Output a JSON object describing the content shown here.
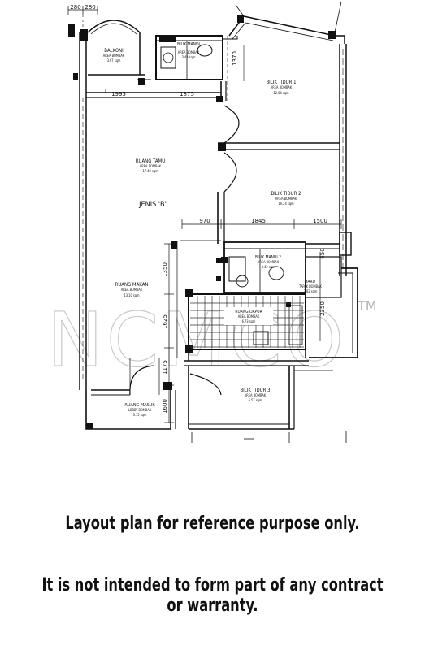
{
  "plan": {
    "rooms": {
      "balkoni": {
        "name": "BALKONI",
        "sub": "AREA BOMBAK",
        "area": "3.67 sqm"
      },
      "bilik_air_1": {
        "name": "BILIK MANDI",
        "sub": "AREA BOMBAK",
        "area": "3.43 sqm"
      },
      "bilik_tidur_1": {
        "name": "BILIK TIDUR 1",
        "sub": "AREA BOMBAK",
        "area": "12.54 sqm"
      },
      "ruang_tamu": {
        "name": "RUANG TAMU",
        "sub": "AREA BOMBAK",
        "area": "17.40 sqm"
      },
      "jenis": {
        "name": "JENIS 'B'"
      },
      "bilik_tidur_2": {
        "name": "BILIK TIDUR 2",
        "sub": "AREA BOMBAK",
        "area": "10.24 sqm"
      },
      "bilik_air_2": {
        "name": "BILIK MANDI 2",
        "sub": "AREA BOMBAK",
        "area": "3.43 sqm"
      },
      "ruang_makan": {
        "name": "RUANG MAKAN",
        "sub": "AREA BOMBAK",
        "area": "13.10 sqm"
      },
      "ruang_dapur": {
        "name": "RUANG DAPUR",
        "sub": "AREA BOMBAK",
        "area": "6.73 sqm"
      },
      "yard": {
        "name": "YARD",
        "sub": "TAPAK BOMBAK",
        "area": "2.82 sqm"
      },
      "bilik_tidur_3": {
        "name": "BILIK TIDUR 3",
        "sub": "AREA BOMBAK",
        "area": "6.57 sqm"
      },
      "ruang_masuk": {
        "name": "RUANG MASUK",
        "sub": "LOBBY BOMBAK",
        "area": "3.15 sqm"
      }
    },
    "dimensions": {
      "d1": "280",
      "d2": "280",
      "d3": "1995",
      "d4": "1875",
      "d5": "1370",
      "d6": "970",
      "d7": "1845",
      "d8": "1500",
      "d9": "1350",
      "d10": "1625",
      "d11": "1175",
      "d12": "1600",
      "d13": "650",
      "d14": "2350"
    },
    "watermark": "NCMCO",
    "trademark": "TM"
  },
  "disclaimer": {
    "line1": "Layout plan for reference purpose only.",
    "line2": "It is not intended to form part of any contract or warranty."
  }
}
